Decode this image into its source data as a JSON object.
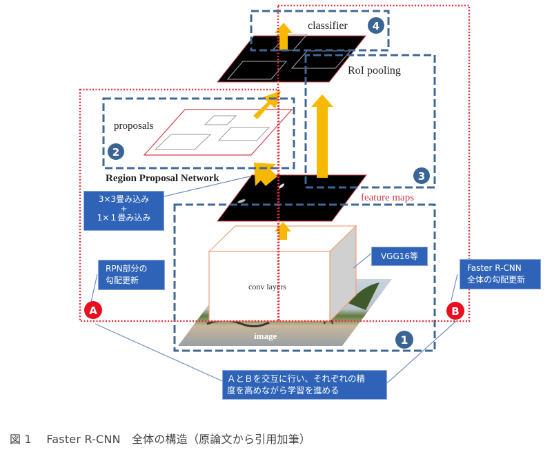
{
  "diagram": {
    "labels": {
      "classifier": "classifier",
      "roi_pooling": "RoI pooling",
      "proposals": "proposals",
      "rpn": "Region Proposal Network",
      "feature_maps": "feature maps",
      "conv_layers": "conv layers",
      "image": "image"
    },
    "step_badges": [
      "1",
      "2",
      "3",
      "4"
    ],
    "marker_badges": {
      "a": "A",
      "b": "B"
    },
    "callouts": {
      "rpn_conv": [
        "3×3畳み込み",
        "+",
        "1×１畳み込み"
      ],
      "rpn_grad": [
        "RPN部分の",
        "勾配更新"
      ],
      "backbone": [
        "VGG16等"
      ],
      "full_grad": [
        "Faster R-CNN",
        "全体の勾配更新"
      ],
      "alternate": [
        "ＡとＢを交互に行い、それぞれの精",
        "度を高めながら学習を進める"
      ]
    },
    "colors": {
      "step_box": "#3f6796",
      "grad_box": "#e0303a",
      "callout_bg": "#2e63b8",
      "arrow": "#f6b800",
      "badge_blue": "#3a6494",
      "badge_red": "#e8101e",
      "feature_map": "#000000",
      "plane_edge": "#d0424a",
      "cube_edge": "#f2a07a"
    }
  },
  "caption": "図 1　 Faster R-CNN　全体の構造（原論文から引用加筆）"
}
